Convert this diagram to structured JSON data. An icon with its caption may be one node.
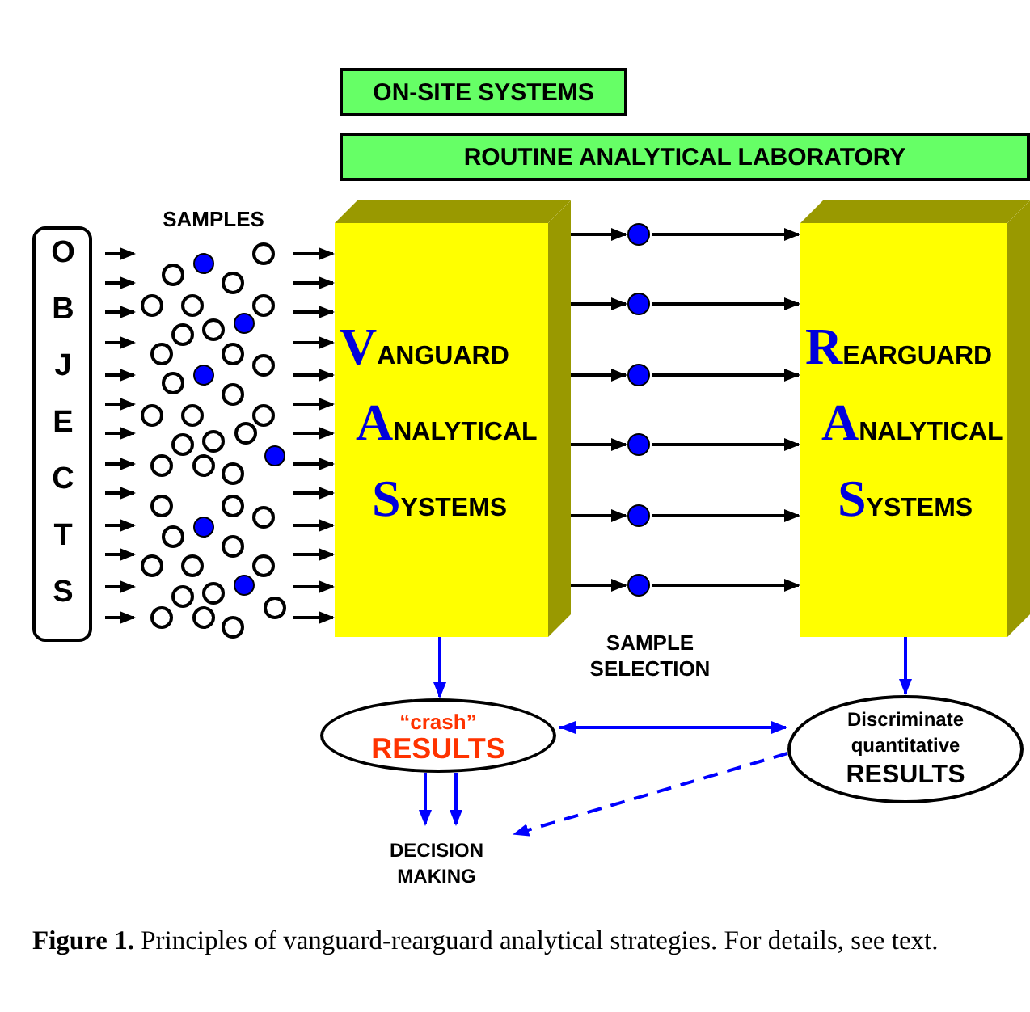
{
  "diagram": {
    "caption": "**Figure 1.** Principles of vanguard-rearguard analytical strategies. For details, see text.",
    "nodes": [
      {
        "text": [
          "ON-SITE SYSTEMS"
        ]
      },
      {
        "text": [
          "ROUTINE ANALYTICAL LABORATORY"
        ]
      },
      {
        "text": [
          "OBJECTS"
        ]
      },
      {
        "text": [],
        "shape": "picture",
        "beside": [
          "SAMPLES"
        ]
      },
      {
        "text": [
          "VANGUARD ANALYTICAL SYSTEMS"
        ]
      },
      {
        "text": [
          "REARGUARD ANALYTICAL SYSTEMS"
        ]
      },
      {
        "text": [],
        "shape": "circle"
      },
      {
        "text": [],
        "shape": "circle"
      },
      {
        "text": [],
        "shape": "circle"
      },
      {
        "text": [],
        "shape": "circle"
      },
      {
        "text": [],
        "shape": "circle"
      },
      {
        "text": [],
        "shape": "circle"
      },
      {
        "text": [
          "“crash”",
          "RESULTS"
        ]
      },
      {
        "text": [
          "Discriminate quantitative",
          "RESULTS"
        ]
      },
      {
        "text": [
          "DECISION MAKING"
        ]
      }
    ],
    "edges": [
      {
        "from": 2,
        "to": 3,
        "arrow": "to"
      },
      {
        "from": 2,
        "to": 3,
        "arrow": "to"
      },
      {
        "from": 2,
        "to": 3,
        "arrow": "to"
      },
      {
        "from": 2,
        "to": 3,
        "arrow": "to"
      },
      {
        "from": 2,
        "to": 3,
        "arrow": "to"
      },
      {
        "from": 2,
        "to": 3,
        "arrow": "to"
      },
      {
        "from": 2,
        "to": 3,
        "arrow": "to"
      },
      {
        "from": 2,
        "to": 3,
        "arrow": "to"
      },
      {
        "from": 2,
        "to": 3,
        "arrow": "to"
      },
      {
        "from": 2,
        "to": 3,
        "arrow": "to"
      },
      {
        "from": 2,
        "to": 3,
        "arrow": "to"
      },
      {
        "from": 2,
        "to": 3,
        "arrow": "to"
      },
      {
        "from": 2,
        "to": 3,
        "arrow": "to"
      },
      {
        "from": 3,
        "to": 4,
        "arrow": "to"
      },
      {
        "from": 3,
        "to": 4,
        "arrow": "to"
      },
      {
        "from": 3,
        "to": 4,
        "arrow": "to"
      },
      {
        "from": 3,
        "to": 4,
        "arrow": "to"
      },
      {
        "from": 3,
        "to": 4,
        "arrow": "to"
      },
      {
        "from": 3,
        "to": 4,
        "arrow": "to"
      },
      {
        "from": 3,
        "to": 4,
        "arrow": "to"
      },
      {
        "from": 3,
        "to": 4,
        "arrow": "to"
      },
      {
        "from": 3,
        "to": 4,
        "arrow": "to"
      },
      {
        "from": 3,
        "to": 4,
        "arrow": "to"
      },
      {
        "from": 3,
        "to": 4,
        "arrow": "to"
      },
      {
        "from": 3,
        "to": 4,
        "arrow": "to"
      },
      {
        "from": 3,
        "to": 4,
        "arrow": "to"
      },
      {
        "from": 4,
        "to": 6,
        "arrow": "to"
      },
      {
        "from": 6,
        "to": 5,
        "arrow": "to"
      },
      {
        "from": 4,
        "to": 7,
        "arrow": "to"
      },
      {
        "from": 7,
        "to": 5,
        "arrow": "to"
      },
      {
        "from": 4,
        "to": 8,
        "arrow": "to"
      },
      {
        "from": 8,
        "to": 5,
        "arrow": "to"
      },
      {
        "from": 4,
        "to": 9,
        "arrow": "to"
      },
      {
        "from": 9,
        "to": 5,
        "arrow": "to"
      },
      {
        "from": 4,
        "to": 10,
        "arrow": "to"
      },
      {
        "from": 10,
        "to": 5,
        "arrow": "to"
      },
      {
        "from": 4,
        "to": 11,
        "arrow": "to"
      },
      {
        "from": 11,
        "to": 5,
        "arrow": "to"
      },
      {
        "from": 4,
        "to": 12,
        "arrow": "to",
        "color": "#0000ff"
      },
      {
        "from": 5,
        "to": 13,
        "arrow": "to",
        "color": "#0000ff"
      },
      {
        "from": 12,
        "to": 13,
        "arrow": "both",
        "color": "#0000ff"
      },
      {
        "from": 12,
        "to": 14,
        "arrow": "to",
        "color": "#0000ff"
      },
      {
        "from": 12,
        "to": 14,
        "arrow": "to",
        "color": "#0000ff"
      },
      {
        "from": 13,
        "to": 14,
        "arrow": "to",
        "style": "dashed",
        "color": "#0000ff"
      }
    ],
    "labels": [
      "SAMPLE SELECTION"
    ]
  }
}
